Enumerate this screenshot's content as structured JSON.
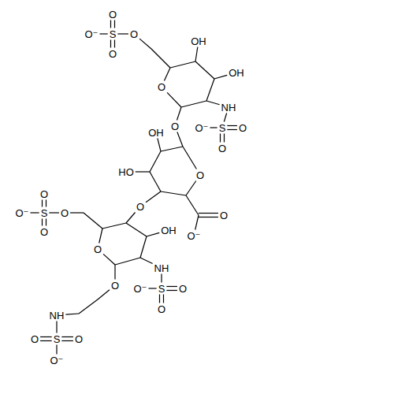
{
  "diagram": {
    "labels": [
      "O",
      "O⁻",
      "S",
      "O",
      "O",
      "OH",
      "OH",
      "O",
      "NH",
      "O",
      "O⁻",
      "S",
      "O",
      "OH",
      "O",
      "HO",
      "O",
      "O",
      "O",
      "O⁻",
      "S",
      "O",
      "O",
      "OH",
      "O",
      "O⁻",
      "O",
      "NH",
      "O",
      "O⁻",
      "S",
      "O",
      "O",
      "NH",
      "O",
      "S",
      "O",
      "O⁻"
    ]
  }
}
